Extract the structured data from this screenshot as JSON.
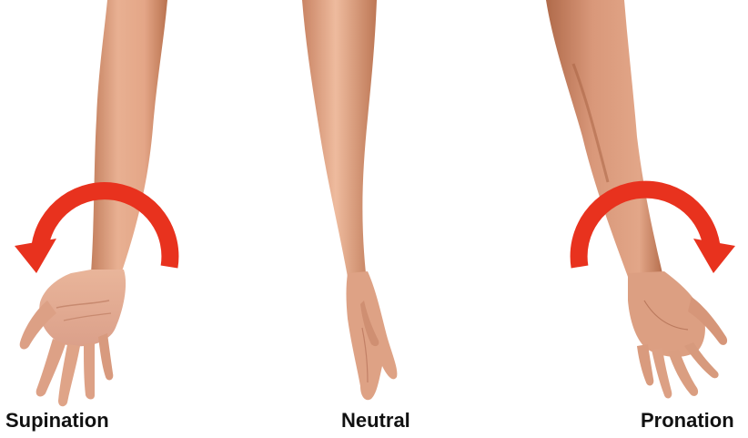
{
  "labels": {
    "supination": "Supination",
    "neutral": "Neutral",
    "pronation": "Pronation"
  },
  "colors": {
    "arrow": "#e8321e",
    "skin": "#e3a78a",
    "skin_shadow": "#c98566",
    "skin_highlight": "#f0c3a8",
    "label": "#111111",
    "background": "#ffffff"
  },
  "arms": [
    {
      "name": "supination-arm",
      "rotation_arrow": "counterclockwise",
      "palm": "up"
    },
    {
      "name": "neutral-arm",
      "rotation_arrow": "none",
      "palm": "side"
    },
    {
      "name": "pronation-arm",
      "rotation_arrow": "clockwise",
      "palm": "down"
    }
  ]
}
